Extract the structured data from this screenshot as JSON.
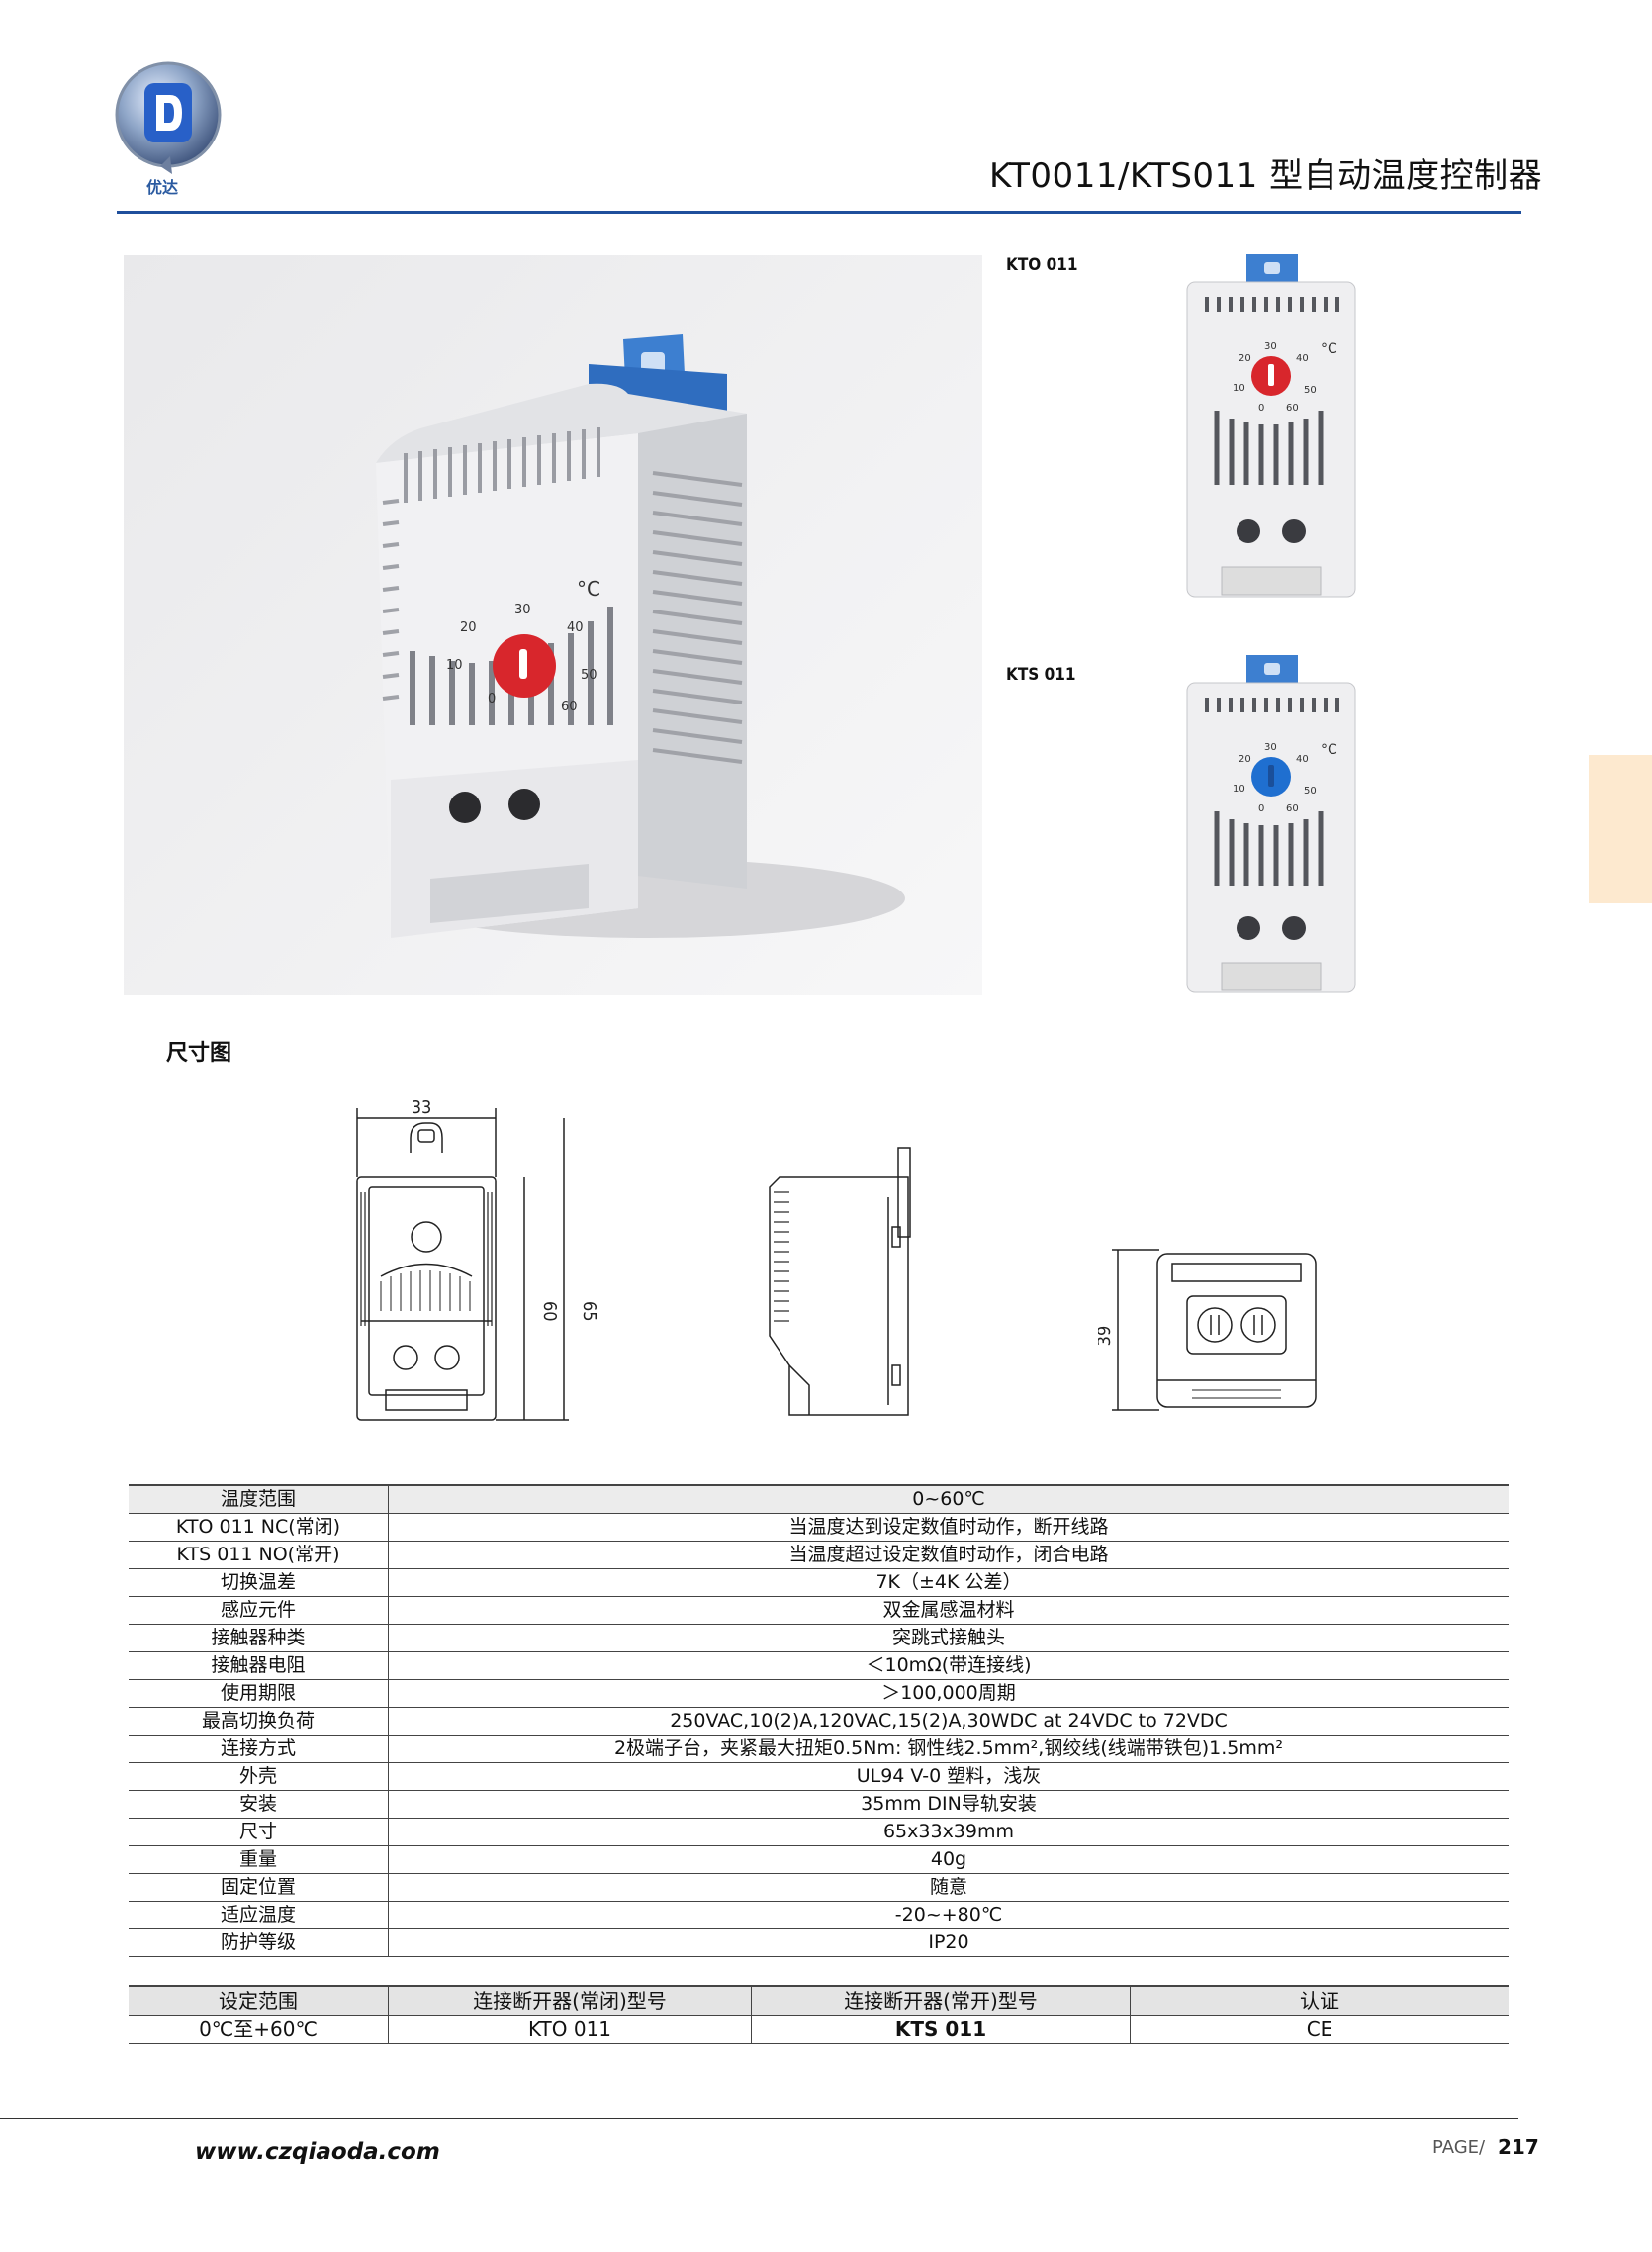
{
  "header": {
    "logo_text": "优达",
    "title": "KT0011/KTS011 型自动温度控制器"
  },
  "photos": {
    "kto_label": "KTO 011",
    "kts_label": "KTS 011",
    "dial_ticks": [
      "20",
      "30",
      "40",
      "10",
      "50",
      "0",
      "60"
    ],
    "celsius": "°C"
  },
  "dimensions": {
    "section_title": "尺寸图",
    "width": "33",
    "height_inner": "60",
    "height_outer": "65",
    "depth": "39"
  },
  "spec_table": {
    "rows": [
      {
        "label": "温度范围",
        "value": "0~60℃"
      },
      {
        "label": "KTO 011 NC(常闭)",
        "value": "当温度达到设定数值时动作，断开线路"
      },
      {
        "label": "KTS 011 NO(常开)",
        "value": "当温度超过设定数值时动作，闭合电路"
      },
      {
        "label": "切换温差",
        "value": "7K（±4K 公差）"
      },
      {
        "label": "感应元件",
        "value": "双金属感温材料"
      },
      {
        "label": "接触器种类",
        "value": "突跳式接触头"
      },
      {
        "label": "接触器电阻",
        "value": "＜10mΩ(带连接线)"
      },
      {
        "label": "使用期限",
        "value": "＞100,000周期"
      },
      {
        "label": "最高切换负荷",
        "value": "250VAC,10(2)A,120VAC,15(2)A,30WDC at 24VDC to 72VDC"
      },
      {
        "label": "连接方式",
        "value": "2极端子台，夹紧最大扭矩0.5Nm: 钢性线2.5mm²,钢绞线(线端带铁包)1.5mm²"
      },
      {
        "label": "外壳",
        "value": "UL94 V-0 塑料，浅灰"
      },
      {
        "label": "安装",
        "value": "35mm DIN导轨安装"
      },
      {
        "label": "尺寸",
        "value": "65x33x39mm"
      },
      {
        "label": "重量",
        "value": "40g"
      },
      {
        "label": "固定位置",
        "value": "随意"
      },
      {
        "label": "适应温度",
        "value": "-20~+80℃"
      },
      {
        "label": "防护等级",
        "value": "IP20"
      }
    ]
  },
  "cert_table": {
    "headers": [
      "设定范围",
      "连接断开器(常闭)型号",
      "连接断开器(常开)型号",
      "认证"
    ],
    "row": [
      "0℃至+60℃",
      "KTO 011",
      "KTS 011",
      "CE"
    ]
  },
  "footer": {
    "url": "www.czqiaoda.com",
    "page_label": "PAGE/",
    "page_number": "217"
  },
  "colors": {
    "brand_blue": "#1f4f9c",
    "dial_red": "#d8262c",
    "dial_blue": "#1f6fd0",
    "clip_blue": "#3d7fd0",
    "side_tab": "#fde9cf"
  }
}
